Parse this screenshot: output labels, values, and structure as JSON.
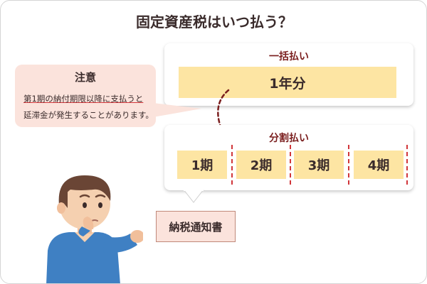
{
  "title": "固定資産税はいつ払う？",
  "lump_sum": {
    "heading": "一括払い",
    "label": "1年分"
  },
  "installments": {
    "heading": "分割払い",
    "periods": [
      "1期",
      "2期",
      "3期",
      "4期"
    ]
  },
  "note": {
    "heading": "注意",
    "line1": "第1期の納付期限以降に支払うと",
    "line2": "延滞金が発生することがあります。"
  },
  "tax_notice": {
    "label": "納税通知書"
  },
  "colors": {
    "highlight": "#fde5a3",
    "accent_red": "#d1363a",
    "heading_text": "#7a1e1e",
    "note_bg": "#fbe3dc",
    "shirt": "#3f80c3"
  }
}
